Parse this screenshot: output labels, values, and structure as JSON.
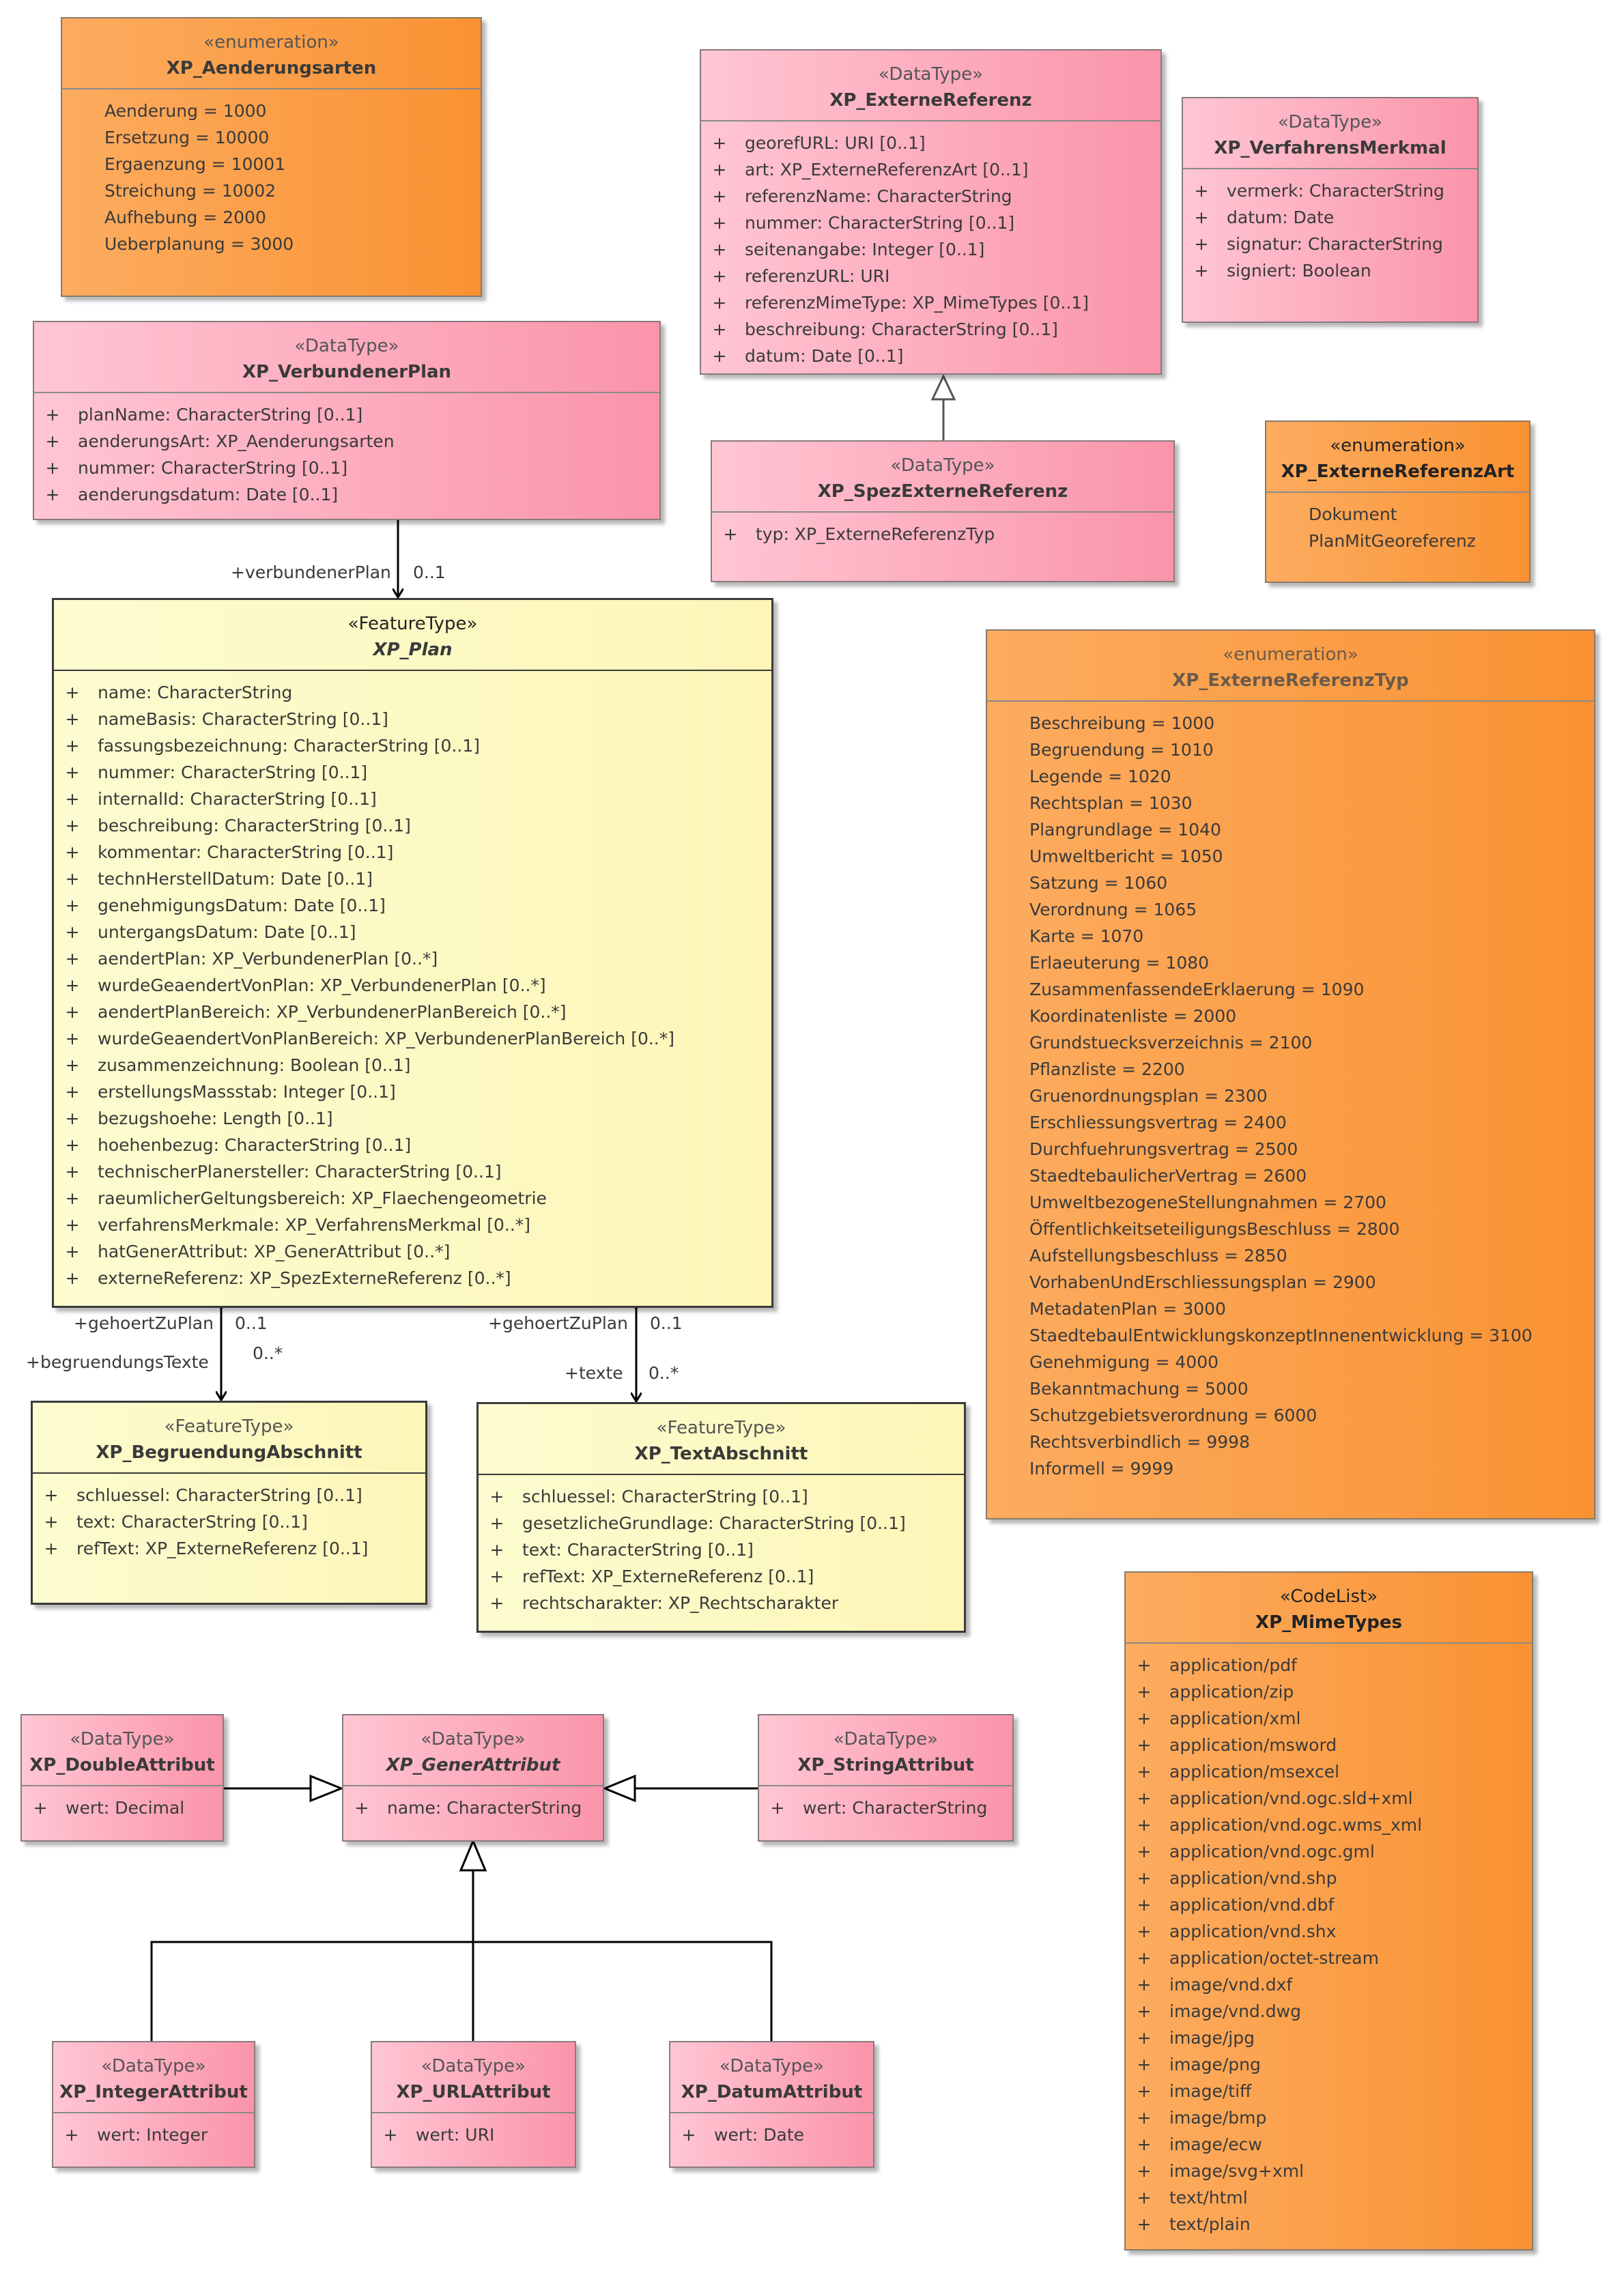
{
  "classes": {
    "aenderungsarten": {
      "stereotype": "«enumeration»",
      "name": "XP_Aenderungsarten",
      "literals": [
        "Aenderung = 1000",
        "Ersetzung = 10000",
        "Ergaenzung = 10001",
        "Streichung = 10002",
        "Aufhebung = 2000",
        "Ueberplanung = 3000"
      ]
    },
    "externe_referenz": {
      "stereotype": "«DataType»",
      "name": "XP_ExterneReferenz",
      "attributes": [
        {
          "vis": "+",
          "text": "georefURL: URI [0..1]"
        },
        {
          "vis": "+",
          "text": "art: XP_ExterneReferenzArt [0..1]"
        },
        {
          "vis": "+",
          "text": "referenzName: CharacterString"
        },
        {
          "vis": "+",
          "text": "nummer: CharacterString [0..1]"
        },
        {
          "vis": "+",
          "text": "seitenangabe: Integer [0..1]"
        },
        {
          "vis": "+",
          "text": "referenzURL: URI"
        },
        {
          "vis": "+",
          "text": "referenzMimeType: XP_MimeTypes [0..1]"
        },
        {
          "vis": "+",
          "text": "beschreibung: CharacterString [0..1]"
        },
        {
          "vis": "+",
          "text": "datum: Date [0..1]"
        }
      ]
    },
    "verfahrens_merkmal": {
      "stereotype": "«DataType»",
      "name": "XP_VerfahrensMerkmal",
      "attributes": [
        {
          "vis": "+",
          "text": "vermerk: CharacterString"
        },
        {
          "vis": "+",
          "text": "datum: Date"
        },
        {
          "vis": "+",
          "text": "signatur: CharacterString"
        },
        {
          "vis": "+",
          "text": "signiert: Boolean"
        }
      ]
    },
    "verbundener_plan": {
      "stereotype": "«DataType»",
      "name": "XP_VerbundenerPlan",
      "attributes": [
        {
          "vis": "+",
          "text": "planName: CharacterString [0..1]"
        },
        {
          "vis": "+",
          "text": "aenderungsArt: XP_Aenderungsarten"
        },
        {
          "vis": "+",
          "text": "nummer: CharacterString [0..1]"
        },
        {
          "vis": "+",
          "text": "aenderungsdatum: Date [0..1]"
        }
      ]
    },
    "spez_externe_referenz": {
      "stereotype": "«DataType»",
      "name": "XP_SpezExterneReferenz",
      "attributes": [
        {
          "vis": "+",
          "text": "typ: XP_ExterneReferenzTyp"
        }
      ]
    },
    "externe_referenz_art": {
      "stereotype": "«enumeration»",
      "name": "XP_ExterneReferenzArt",
      "literals": [
        "Dokument",
        "PlanMitGeoreferenz"
      ]
    },
    "plan": {
      "stereotype": "«FeatureType»",
      "name": "XP_Plan",
      "attributes": [
        {
          "vis": "+",
          "text": "name: CharacterString"
        },
        {
          "vis": "+",
          "text": "nameBasis: CharacterString [0..1]"
        },
        {
          "vis": "+",
          "text": "fassungsbezeichnung: CharacterString [0..1]"
        },
        {
          "vis": "+",
          "text": "nummer: CharacterString [0..1]"
        },
        {
          "vis": "+",
          "text": "internalId: CharacterString [0..1]"
        },
        {
          "vis": "+",
          "text": "beschreibung: CharacterString [0..1]"
        },
        {
          "vis": "+",
          "text": "kommentar: CharacterString [0..1]"
        },
        {
          "vis": "+",
          "text": "technHerstellDatum: Date [0..1]"
        },
        {
          "vis": "+",
          "text": "genehmigungsDatum: Date [0..1]"
        },
        {
          "vis": "+",
          "text": "untergangsDatum: Date [0..1]"
        },
        {
          "vis": "+",
          "text": "aendertPlan: XP_VerbundenerPlan [0..*]"
        },
        {
          "vis": "+",
          "text": "wurdeGeaendertVonPlan: XP_VerbundenerPlan [0..*]"
        },
        {
          "vis": "+",
          "text": "aendertPlanBereich: XP_VerbundenerPlanBereich [0..*]"
        },
        {
          "vis": "+",
          "text": "wurdeGeaendertVonPlanBereich: XP_VerbundenerPlanBereich [0..*]"
        },
        {
          "vis": "+",
          "text": "zusammenzeichnung: Boolean [0..1]"
        },
        {
          "vis": "+",
          "text": "erstellungsMassstab: Integer [0..1]"
        },
        {
          "vis": "+",
          "text": "bezugshoehe: Length [0..1]"
        },
        {
          "vis": "+",
          "text": "hoehenbezug: CharacterString [0..1]"
        },
        {
          "vis": "+",
          "text": "technischerPlanersteller: CharacterString [0..1]"
        },
        {
          "vis": "+",
          "text": "raeumlicherGeltungsbereich: XP_Flaechengeometrie"
        },
        {
          "vis": "+",
          "text": "verfahrensMerkmale: XP_VerfahrensMerkmal [0..*]"
        },
        {
          "vis": "+",
          "text": "hatGenerAttribut: XP_GenerAttribut [0..*]"
        },
        {
          "vis": "+",
          "text": "externeReferenz: XP_SpezExterneReferenz [0..*]"
        }
      ]
    },
    "externe_referenz_typ": {
      "stereotype": "«enumeration»",
      "name": "XP_ExterneReferenzTyp",
      "literals": [
        "Beschreibung = 1000",
        "Begruendung = 1010",
        "Legende = 1020",
        "Rechtsplan = 1030",
        "Plangrundlage = 1040",
        "Umweltbericht = 1050",
        "Satzung = 1060",
        "Verordnung = 1065",
        "Karte = 1070",
        "Erlaeuterung = 1080",
        "ZusammenfassendeErklaerung = 1090",
        "Koordinatenliste = 2000",
        "Grundstuecksverzeichnis = 2100",
        "Pflanzliste = 2200",
        "Gruenordnungsplan = 2300",
        "Erschliessungsvertrag = 2400",
        "Durchfuehrungsvertrag = 2500",
        "StaedtebaulicherVertrag = 2600",
        "UmweltbezogeneStellungnahmen = 2700",
        "ÖffentlichkeitseteiligungsBeschluss = 2800",
        "Aufstellungsbeschluss = 2850",
        "VorhabenUndErschliessungsplan = 2900",
        "MetadatenPlan = 3000",
        "StaedtebaulEntwicklungskonzeptInnenentwicklung = 3100",
        "Genehmigung = 4000",
        "Bekanntmachung = 5000",
        "Schutzgebietsverordnung = 6000",
        "Rechtsverbindlich = 9998",
        "Informell = 9999"
      ]
    },
    "begruendung_abschnitt": {
      "stereotype": "«FeatureType»",
      "name": "XP_BegruendungAbschnitt",
      "attributes": [
        {
          "vis": "+",
          "text": "schluessel: CharacterString [0..1]"
        },
        {
          "vis": "+",
          "text": "text: CharacterString [0..1]"
        },
        {
          "vis": "+",
          "text": "refText: XP_ExterneReferenz [0..1]"
        }
      ]
    },
    "text_abschnitt": {
      "stereotype": "«FeatureType»",
      "name": "XP_TextAbschnitt",
      "attributes": [
        {
          "vis": "+",
          "text": "schluessel: CharacterString [0..1]"
        },
        {
          "vis": "+",
          "text": "gesetzlicheGrundlage: CharacterString [0..1]"
        },
        {
          "vis": "+",
          "text": "text: CharacterString [0..1]"
        },
        {
          "vis": "+",
          "text": "refText: XP_ExterneReferenz [0..1]"
        },
        {
          "vis": "+",
          "text": "rechtscharakter: XP_Rechtscharakter"
        }
      ]
    },
    "mime_types": {
      "stereotype": "«CodeList»",
      "name": "XP_MimeTypes",
      "attributes": [
        {
          "vis": "+",
          "text": "application/pdf"
        },
        {
          "vis": "+",
          "text": "application/zip"
        },
        {
          "vis": "+",
          "text": "application/xml"
        },
        {
          "vis": "+",
          "text": "application/msword"
        },
        {
          "vis": "+",
          "text": "application/msexcel"
        },
        {
          "vis": "+",
          "text": "application/vnd.ogc.sld+xml"
        },
        {
          "vis": "+",
          "text": "application/vnd.ogc.wms_xml"
        },
        {
          "vis": "+",
          "text": "application/vnd.ogc.gml"
        },
        {
          "vis": "+",
          "text": "application/vnd.shp"
        },
        {
          "vis": "+",
          "text": "application/vnd.dbf"
        },
        {
          "vis": "+",
          "text": "application/vnd.shx"
        },
        {
          "vis": "+",
          "text": "application/octet-stream"
        },
        {
          "vis": "+",
          "text": "image/vnd.dxf"
        },
        {
          "vis": "+",
          "text": "image/vnd.dwg"
        },
        {
          "vis": "+",
          "text": "image/jpg"
        },
        {
          "vis": "+",
          "text": "image/png"
        },
        {
          "vis": "+",
          "text": "image/tiff"
        },
        {
          "vis": "+",
          "text": "image/bmp"
        },
        {
          "vis": "+",
          "text": "image/ecw"
        },
        {
          "vis": "+",
          "text": "image/svg+xml"
        },
        {
          "vis": "+",
          "text": "text/html"
        },
        {
          "vis": "+",
          "text": "text/plain"
        }
      ]
    },
    "double_attribut": {
      "stereotype": "«DataType»",
      "name": "XP_DoubleAttribut",
      "attributes": [
        {
          "vis": "+",
          "text": "wert: Decimal"
        }
      ]
    },
    "gener_attribut": {
      "stereotype": "«DataType»",
      "name": "XP_GenerAttribut",
      "attributes": [
        {
          "vis": "+",
          "text": "name: CharacterString"
        }
      ]
    },
    "string_attribut": {
      "stereotype": "«DataType»",
      "name": "XP_StringAttribut",
      "attributes": [
        {
          "vis": "+",
          "text": "wert: CharacterString"
        }
      ]
    },
    "integer_attribut": {
      "stereotype": "«DataType»",
      "name": "XP_IntegerAttribut",
      "attributes": [
        {
          "vis": "+",
          "text": "wert: Integer"
        }
      ]
    },
    "url_attribut": {
      "stereotype": "«DataType»",
      "name": "XP_URLAttribut",
      "attributes": [
        {
          "vis": "+",
          "text": "wert: URI"
        }
      ]
    },
    "datum_attribut": {
      "stereotype": "«DataType»",
      "name": "XP_DatumAttribut",
      "attributes": [
        {
          "vis": "+",
          "text": "wert: Date"
        }
      ]
    }
  },
  "associations": {
    "verbundener_plan": {
      "role": "+verbundenerPlan",
      "multiplicity": "0..1"
    },
    "begruendung": {
      "source_role": "+gehoertZuPlan",
      "source_mult": "0..1",
      "target_role": "+begruendungsTexte",
      "target_mult": "0..*"
    },
    "texte": {
      "source_role": "+gehoertZuPlan",
      "source_mult": "0..1",
      "target_role": "+texte",
      "target_mult": "0..*"
    }
  }
}
